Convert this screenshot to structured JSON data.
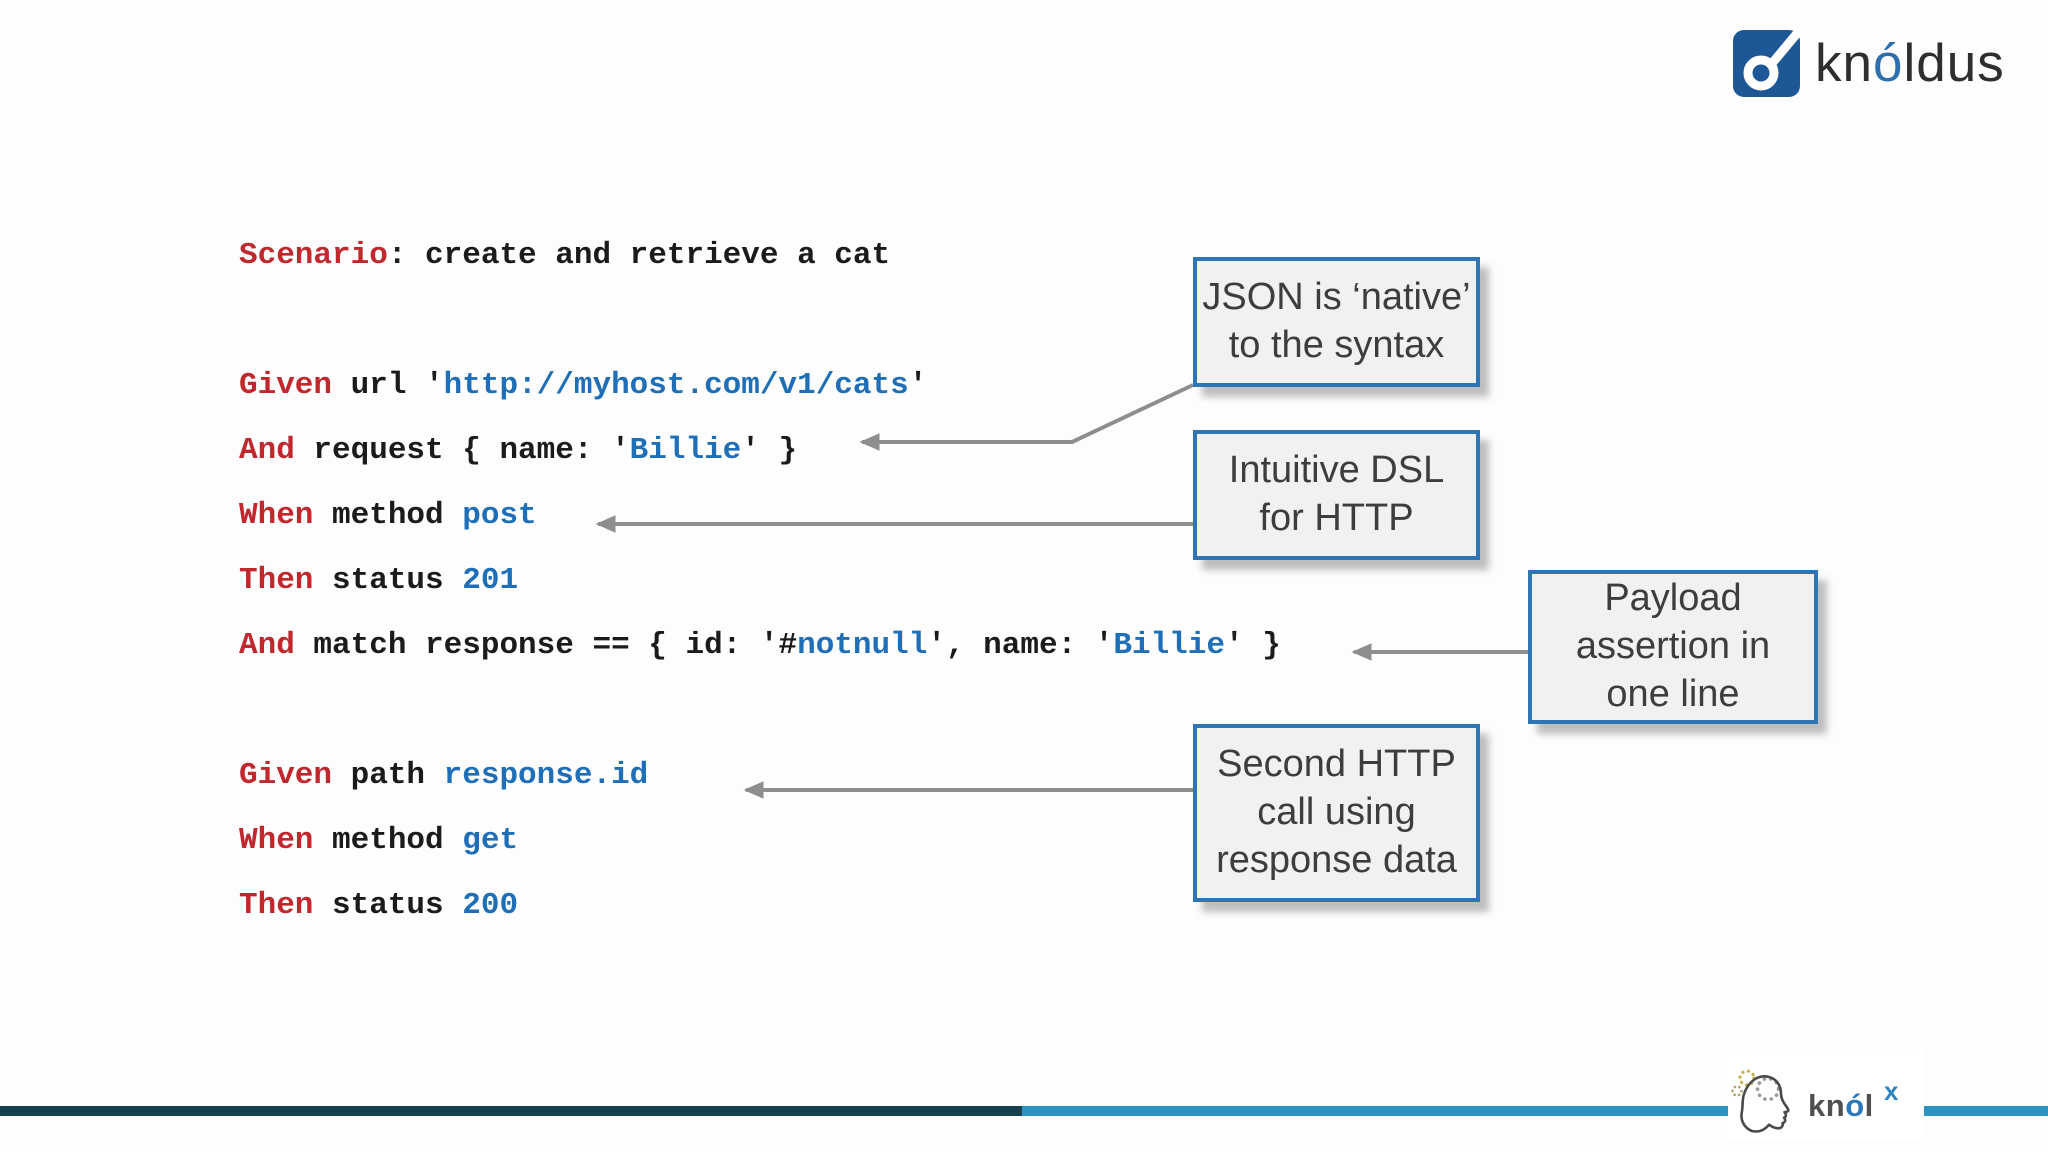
{
  "brand_top": {
    "word_prefix": "kn",
    "word_accent": "ó",
    "word_suffix": "ldus"
  },
  "code": {
    "lines": [
      {
        "tokens": [
          {
            "t": "Scenario",
            "c": "kw"
          },
          {
            "t": ": create and retrieve a cat",
            "c": "plain"
          }
        ]
      },
      {
        "tokens": []
      },
      {
        "tokens": [
          {
            "t": "Given",
            "c": "kw"
          },
          {
            "t": " url '",
            "c": "plain"
          },
          {
            "t": "http://myhost.com/v1/cats",
            "c": "val"
          },
          {
            "t": "'",
            "c": "plain"
          }
        ]
      },
      {
        "tokens": [
          {
            "t": "And",
            "c": "kw"
          },
          {
            "t": " request { name: '",
            "c": "plain"
          },
          {
            "t": "Billie",
            "c": "val"
          },
          {
            "t": "' }",
            "c": "plain"
          }
        ]
      },
      {
        "tokens": [
          {
            "t": "When",
            "c": "kw"
          },
          {
            "t": " method ",
            "c": "plain"
          },
          {
            "t": "post",
            "c": "val"
          }
        ]
      },
      {
        "tokens": [
          {
            "t": "Then",
            "c": "kw"
          },
          {
            "t": " status ",
            "c": "plain"
          },
          {
            "t": "201",
            "c": "val"
          }
        ]
      },
      {
        "tokens": [
          {
            "t": "And",
            "c": "kw"
          },
          {
            "t": " match response == { id: '#",
            "c": "plain"
          },
          {
            "t": "notnull",
            "c": "val"
          },
          {
            "t": "', name: '",
            "c": "plain"
          },
          {
            "t": "Billie",
            "c": "val"
          },
          {
            "t": "' }",
            "c": "plain"
          }
        ]
      },
      {
        "tokens": []
      },
      {
        "tokens": [
          {
            "t": "Given",
            "c": "kw"
          },
          {
            "t": " path ",
            "c": "plain"
          },
          {
            "t": "response.id",
            "c": "val"
          }
        ]
      },
      {
        "tokens": [
          {
            "t": "When",
            "c": "kw"
          },
          {
            "t": " method ",
            "c": "plain"
          },
          {
            "t": "get",
            "c": "val"
          }
        ]
      },
      {
        "tokens": [
          {
            "t": "Then",
            "c": "kw"
          },
          {
            "t": " status ",
            "c": "plain"
          },
          {
            "t": "200",
            "c": "val"
          }
        ]
      }
    ]
  },
  "callouts": [
    {
      "id": "json-native",
      "text": "JSON is ‘native’\nto the syntax"
    },
    {
      "id": "intuitive-dsl",
      "text": "Intuitive DSL\nfor HTTP"
    },
    {
      "id": "payload-assertion",
      "text": "Payload\nassertion in\none line"
    },
    {
      "id": "second-call",
      "text": "Second HTTP\ncall using\nresponse data"
    }
  ],
  "brand_footer": {
    "text_prefix": "kn",
    "text_accent": "ó",
    "text_suffix": "l",
    "sup": "x"
  },
  "colors": {
    "keyword_red": "#c0282d",
    "value_blue": "#1e6fb8",
    "code_black": "#1b1b1b",
    "callout_border": "#2e75b6",
    "callout_bg": "#f1f1f2",
    "arrow_gray": "#8e8e8e",
    "brand_navy": "#1d5795",
    "brand_text": "#2e2e2e",
    "bar_dark": "#15404e",
    "bar_light": "#2b93c4"
  }
}
